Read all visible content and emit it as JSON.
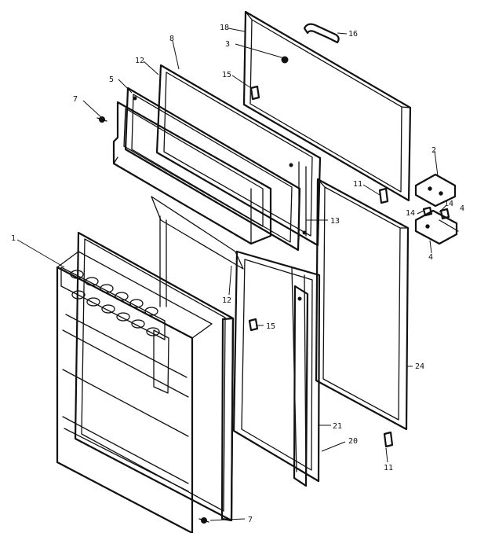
{
  "diagram": {
    "callouts": {
      "c1": "1",
      "c2": "2",
      "c3": "3",
      "c4a": "4",
      "c4b": "4",
      "c5": "5",
      "c7a": "7",
      "c7b": "7",
      "c8": "8",
      "c11a": "11",
      "c11b": "11",
      "c12a": "12",
      "c12b": "12",
      "c13": "13",
      "c14a": "14",
      "c14b": "14",
      "c15a": "15",
      "c15b": "15",
      "c16": "16",
      "c18": "18",
      "c20": "20",
      "c21": "21",
      "c24": "24"
    }
  }
}
